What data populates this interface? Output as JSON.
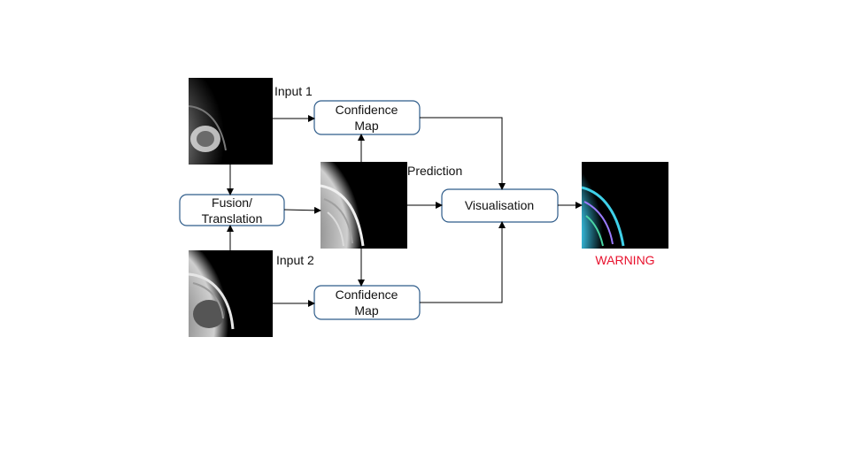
{
  "nodes": {
    "confidence_top": {
      "line1": "Confidence",
      "line2": "Map"
    },
    "confidence_bottom": {
      "line1": "Confidence",
      "line2": "Map"
    },
    "fusion": {
      "line1": "Fusion/",
      "line2": "Translation"
    },
    "visualisation": {
      "label": "Visualisation"
    }
  },
  "images": {
    "input1": {
      "label": "Input 1"
    },
    "input2": {
      "label": "Input 2"
    },
    "prediction": {
      "label": "Prediction"
    },
    "output": {
      "label": "WARNING"
    }
  },
  "colors": {
    "warning": "#e8112d",
    "box_border": "#2e5c8a"
  }
}
